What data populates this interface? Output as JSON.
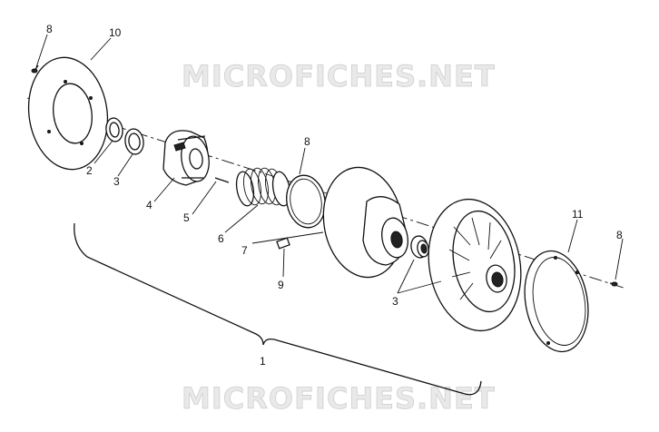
{
  "watermark": {
    "text": "MICROFICHES.NET"
  },
  "callouts": [
    {
      "id": "c1",
      "text": "1"
    },
    {
      "id": "c2",
      "text": "2"
    },
    {
      "id": "c3a",
      "text": "3"
    },
    {
      "id": "c3b",
      "text": "3"
    },
    {
      "id": "c4",
      "text": "4"
    },
    {
      "id": "c5",
      "text": "5"
    },
    {
      "id": "c6",
      "text": "6"
    },
    {
      "id": "c7",
      "text": "7"
    },
    {
      "id": "c8a",
      "text": "8"
    },
    {
      "id": "c8b",
      "text": "8"
    },
    {
      "id": "c8c",
      "text": "8"
    },
    {
      "id": "c9",
      "text": "9"
    },
    {
      "id": "c10",
      "text": "10"
    },
    {
      "id": "c11",
      "text": "11"
    }
  ]
}
